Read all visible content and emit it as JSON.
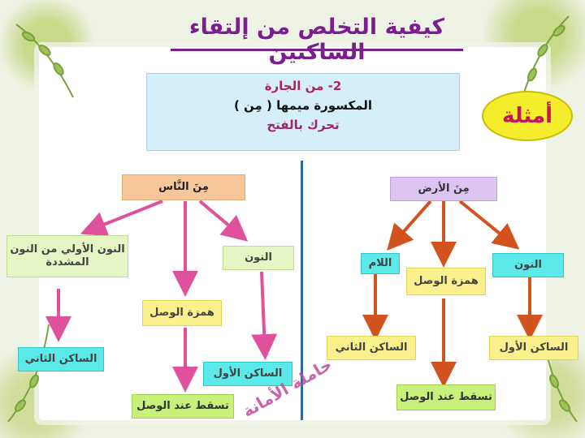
{
  "title": "كيفية التخلص من إلتقاء الساكنين",
  "note": {
    "line1": "2- من الجارة",
    "line2": "المكسورة ميمها ( مِن )",
    "line3": "تحرك بالفتح"
  },
  "examples_label": "أمثلة",
  "left_example": {
    "head": "مِنَ النَّاس",
    "branch_noon_first": "النون الأولي من النون المشددة",
    "branch_hamza": "همزة الوصل",
    "branch_noon": "النون",
    "second_sakin": "الساكن الثاني",
    "drop": "تسقط عند الوصل",
    "first_sakin": "الساكن الأول"
  },
  "right_example": {
    "head": "مِنَ الأرض",
    "branch_lam": "اللام",
    "branch_hamza": "همزة الوصل",
    "branch_noon": "النون",
    "second_sakin": "الساكن الثاني",
    "drop": "تسقط عند الوصل",
    "first_sakin": "الساكن الأول"
  },
  "watermark": "حاملة الأمانة",
  "colors": {
    "title": "#7b1f8f",
    "left_arrows": "#e0519b",
    "right_arrows": "#d2531e",
    "divider": "#2d6aa0"
  }
}
